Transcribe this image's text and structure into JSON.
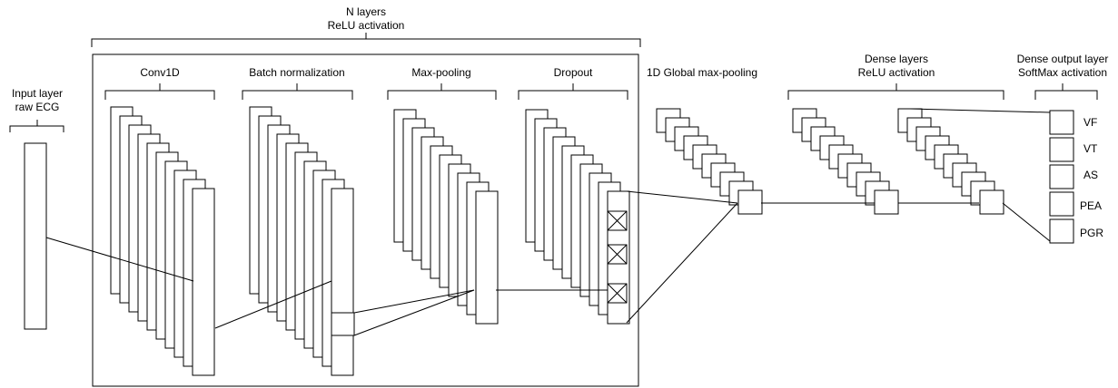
{
  "labels": {
    "n_layers": "N layers",
    "n_layers_activation": "ReLU activation",
    "input_layer": "Input layer",
    "input_raw": "raw ECG",
    "conv1d": "Conv1D",
    "batch_norm": "Batch normalization",
    "max_pooling": "Max-pooling",
    "dropout": "Dropout",
    "global_max_pooling": "1D Global max-pooling",
    "dense_layers": "Dense layers",
    "dense_activation": "ReLU activation",
    "dense_output": "Dense output layer",
    "softmax_activation": "SoftMax activation"
  },
  "outputs": [
    "VF",
    "VT",
    "AS",
    "PEA",
    "PGR"
  ]
}
